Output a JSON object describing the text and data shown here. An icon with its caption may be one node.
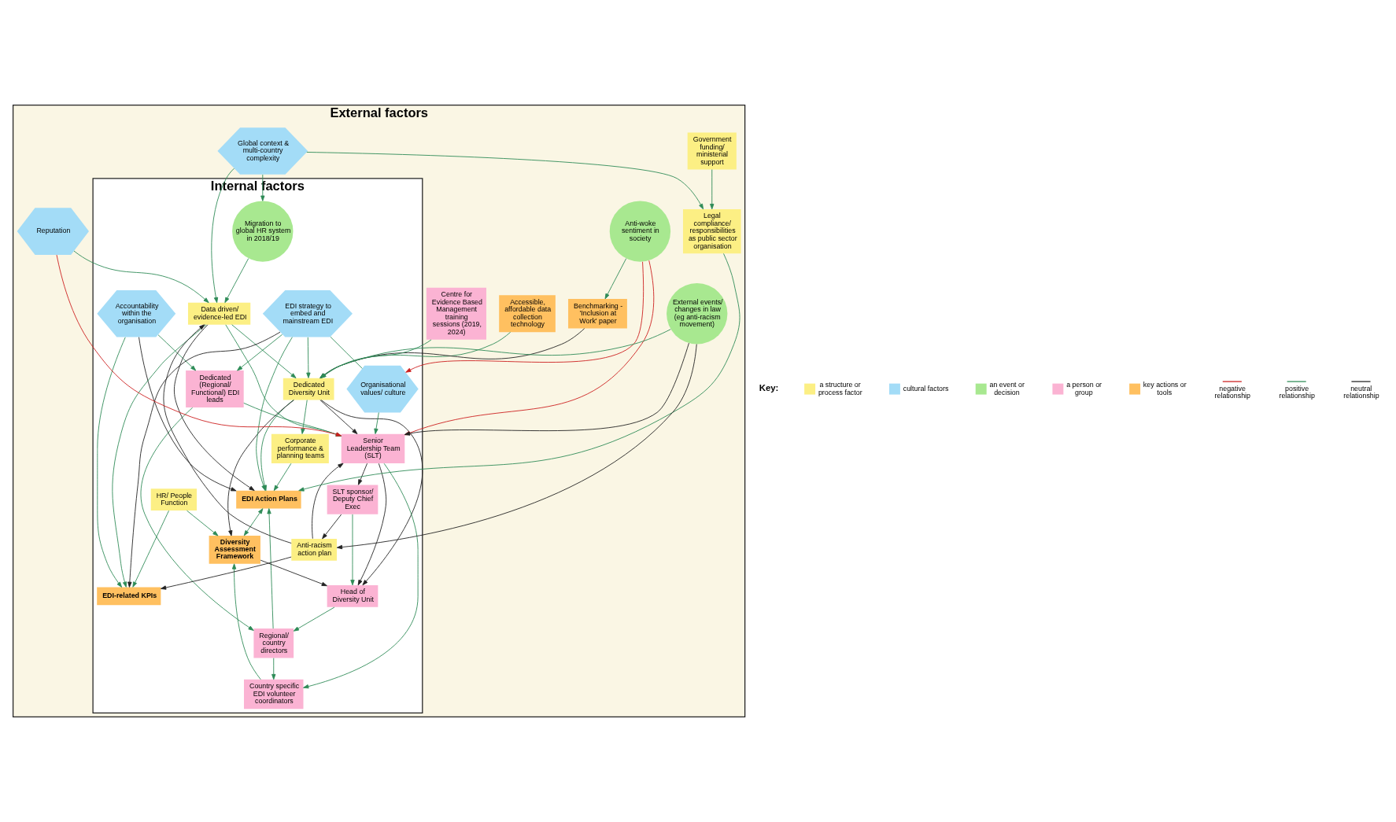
{
  "diagram": {
    "nodes": [
      {
        "text": [
          "External factors"
        ]
      },
      {
        "text": [
          "Internal factors"
        ],
        "in": 0
      },
      {
        "text": [
          "Accessible, affordable data collection technology"
        ],
        "in": 0
      },
      {
        "text": [
          "Benchmarking - 'Inclusion at Work' paper"
        ],
        "in": 0
      },
      {
        "text": [
          "Centre for Evidence Based Management training sessions (2019, 2024)"
        ],
        "in": 0
      },
      {
        "text": [
          "Global context & multi-country complexity"
        ],
        "in": 0
      },
      {
        "text": [
          "Migration to global HR system in 2018/19"
        ],
        "in": 1
      },
      {
        "text": [
          "Dedicated (Regional/ Functional) EDI leads"
        ],
        "in": 1
      },
      {
        "text": [
          "Dedicated Diversity Unit"
        ],
        "in": 1
      },
      {
        "text": [
          "Regional/ country directors"
        ],
        "in": 1
      },
      {
        "text": [
          "Corporate performance & planning teams"
        ],
        "in": 1
      },
      {
        "text": [
          "Country specific EDI volunteer coordinators"
        ],
        "in": 1
      },
      {
        "text": [
          "Accountability within the organisation"
        ],
        "in": 1
      },
      {
        "text": [
          "Data driven/ evidence-led EDI"
        ],
        "in": 1
      },
      {
        "text": [
          "EDI-related KPIs"
        ],
        "in": 1
      },
      {
        "text": [
          "EDI Action Plans"
        ],
        "in": 1
      },
      {
        "text": [
          "Diversity Assessment Framework"
        ],
        "in": 1
      },
      {
        "text": [
          "Head of Diversity Unit"
        ],
        "in": 1
      },
      {
        "text": [
          "Legal compliance/ responsibilities as public sector organisation"
        ],
        "in": 0
      },
      {
        "text": [
          "EDI strategy to embed and mainstream EDI"
        ],
        "in": 1
      },
      {
        "text": [
          "Organisational values/ culture"
        ],
        "in": 1
      },
      {
        "text": [
          "Senior Leadership Team (SLT)"
        ],
        "in": 1
      },
      {
        "text": [
          "SLT sponsor/ Deputy Chief Exec"
        ],
        "in": 1
      },
      {
        "text": [
          "Anti-racism action plan"
        ],
        "in": 1
      },
      {
        "text": [
          "HR/ People Function"
        ],
        "in": 1
      },
      {
        "text": [
          "Government funding/ ministerial support"
        ],
        "in": 0
      },
      {
        "text": [
          "Reputation"
        ],
        "in": 0
      },
      {
        "text": [
          "Anti-woke sentiment in society"
        ],
        "in": 0
      },
      {
        "text": [
          "External events/ changes in law (eg anti-racism movement)"
        ],
        "in": 0
      }
    ],
    "edges": [
      {
        "from": 2,
        "to": 8,
        "arrow": "to"
      },
      {
        "from": 3,
        "to": 8,
        "arrow": "to",
        "color": "#222222"
      },
      {
        "from": 27,
        "to": 3,
        "arrow": "to"
      },
      {
        "from": 4,
        "to": 8,
        "arrow": "to"
      },
      {
        "from": 5,
        "to": 6,
        "arrow": "to"
      },
      {
        "from": 5,
        "to": 13,
        "arrow": "to"
      },
      {
        "from": 5,
        "to": 18,
        "arrow": "to"
      },
      {
        "from": 6,
        "to": 13,
        "arrow": "to"
      },
      {
        "from": 13,
        "to": 8,
        "arrow": "to"
      },
      {
        "from": 13,
        "to": 14,
        "arrow": "to"
      },
      {
        "from": 13,
        "to": 15,
        "arrow": "to",
        "color": "#222222"
      },
      {
        "from": 13,
        "to": 21,
        "arrow": "to"
      },
      {
        "from": 7,
        "to": 9,
        "arrow": "to"
      },
      {
        "from": 12,
        "to": 7,
        "arrow": "to"
      },
      {
        "from": 7,
        "to": 21,
        "arrow": "to"
      },
      {
        "from": 8,
        "to": 15,
        "arrow": "to"
      },
      {
        "from": 8,
        "to": 10,
        "arrow": "to"
      },
      {
        "from": 8,
        "to": 16,
        "arrow": "to",
        "color": "#222222"
      },
      {
        "from": 8,
        "to": 17,
        "arrow": "to",
        "color": "#222222"
      },
      {
        "from": 8,
        "to": 21,
        "arrow": "to",
        "color": "#222222"
      },
      {
        "from": 9,
        "to": 11,
        "arrow": "to"
      },
      {
        "from": 9,
        "to": 15,
        "arrow": "to"
      },
      {
        "from": 10,
        "to": 15,
        "arrow": "to"
      },
      {
        "from": 11,
        "to": 16,
        "arrow": "to"
      },
      {
        "from": 12,
        "to": 15,
        "arrow": "to",
        "color": "#222222"
      },
      {
        "from": 12,
        "to": 14,
        "arrow": "to"
      },
      {
        "from": 15,
        "to": 16,
        "arrow": "both"
      },
      {
        "from": 16,
        "to": 17,
        "arrow": "to",
        "color": "#222222"
      },
      {
        "from": 17,
        "to": 9,
        "arrow": "to"
      },
      {
        "from": 19,
        "to": 7,
        "arrow": "to"
      },
      {
        "from": 19,
        "to": 8,
        "arrow": "to"
      },
      {
        "from": 19,
        "to": 20,
        "arrow": "none"
      },
      {
        "from": 19,
        "to": 14,
        "arrow": "to",
        "color": "#222222"
      },
      {
        "from": 19,
        "to": 15,
        "arrow": "to"
      },
      {
        "from": 18,
        "to": 15,
        "arrow": "to"
      },
      {
        "from": 20,
        "to": 21,
        "arrow": "to"
      },
      {
        "from": 21,
        "to": 22,
        "arrow": "to",
        "color": "#222222"
      },
      {
        "from": 21,
        "to": 17,
        "arrow": "to",
        "color": "#222222"
      },
      {
        "from": 21,
        "to": 11,
        "arrow": "to"
      },
      {
        "from": 22,
        "to": 23,
        "arrow": "to",
        "color": "#222222"
      },
      {
        "from": 22,
        "to": 17,
        "arrow": "to"
      },
      {
        "from": 23,
        "to": 21,
        "arrow": "to",
        "color": "#222222"
      },
      {
        "from": 23,
        "to": 13,
        "arrow": "to",
        "color": "#222222"
      },
      {
        "from": 23,
        "to": 14,
        "arrow": "to",
        "color": "#222222"
      },
      {
        "from": 24,
        "to": 14,
        "arrow": "to"
      },
      {
        "from": 24,
        "to": 16,
        "arrow": "to"
      },
      {
        "from": 25,
        "to": 18,
        "arrow": "to"
      },
      {
        "from": 26,
        "to": 13,
        "arrow": "to"
      },
      {
        "from": 26,
        "to": 21,
        "arrow": "to",
        "color": "#cc1f1f"
      },
      {
        "from": 27,
        "to": 20,
        "arrow": "to",
        "color": "#cc1f1f"
      },
      {
        "from": 27,
        "to": 21,
        "arrow": "to",
        "color": "#cc1f1f"
      },
      {
        "from": 28,
        "to": 8,
        "arrow": "to"
      },
      {
        "from": 28,
        "to": 21,
        "arrow": "to",
        "color": "#222222"
      },
      {
        "from": 28,
        "to": 23,
        "arrow": "to",
        "color": "#222222"
      }
    ],
    "labels": [
      "Key:"
    ],
    "legend": [
      {
        "text": "a structure or process factor",
        "color": "#fcef84"
      },
      {
        "text": "cultural factors",
        "color": "#a3dcf7"
      },
      {
        "text": "an event or decision",
        "color": "#a8e890"
      },
      {
        "text": "a person or group",
        "color": "#fbb3d3"
      },
      {
        "text": "key actions or tools",
        "color": "#ffc060"
      },
      {
        "text": "negative relationship"
      },
      {
        "text": "positive relationship"
      },
      {
        "text": "neutral relationship"
      }
    ]
  }
}
